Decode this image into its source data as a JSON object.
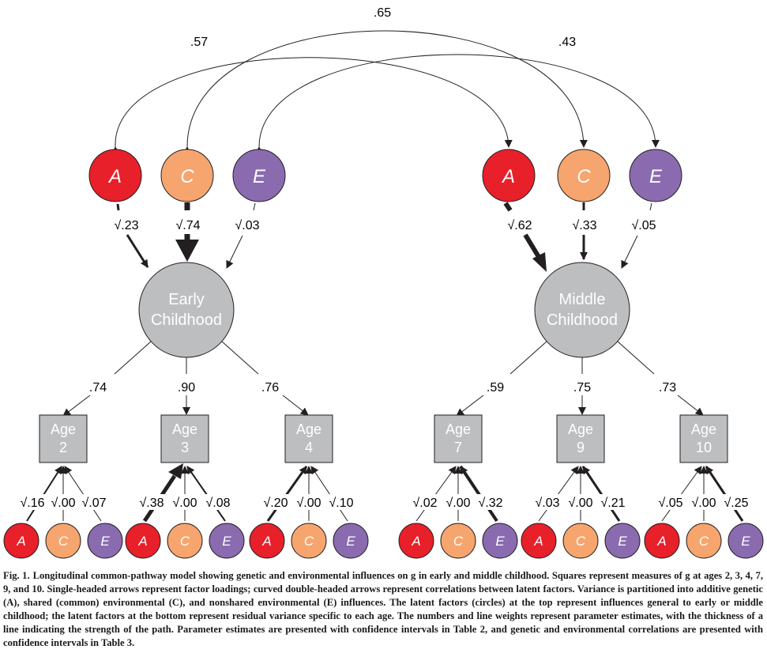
{
  "correlations": {
    "a_between": ".57",
    "c_between": ".65",
    "e_between": ".43"
  },
  "latent_labels": {
    "a": "A",
    "c": "C",
    "e": "E"
  },
  "factors": {
    "early": {
      "line1": "Early",
      "line2": "Childhood"
    },
    "middle": {
      "line1": "Middle",
      "line2": "Childhood"
    }
  },
  "top_paths": {
    "early": {
      "a": "√.23",
      "c": "√.74",
      "e": "√.03"
    },
    "middle": {
      "a": "√.62",
      "c": "√.33",
      "e": "√.05"
    }
  },
  "loadings": {
    "early": [
      ".74",
      ".90",
      ".76"
    ],
    "middle": [
      ".59",
      ".75",
      ".73"
    ]
  },
  "ages": [
    {
      "line1": "Age",
      "line2": "2",
      "a": "√.16",
      "c": "√.00",
      "e": "√.07"
    },
    {
      "line1": "Age",
      "line2": "3",
      "a": "√.38",
      "c": "√.00",
      "e": "√.08"
    },
    {
      "line1": "Age",
      "line2": "4",
      "a": "√.20",
      "c": "√.00",
      "e": "√.10"
    },
    {
      "line1": "Age",
      "line2": "7",
      "a": "√.02",
      "c": "√.00",
      "e": "√.32"
    },
    {
      "line1": "Age",
      "line2": "9",
      "a": "√.03",
      "c": "√.00",
      "e": "√.21"
    },
    {
      "line1": "Age",
      "line2": "10",
      "a": "√.05",
      "c": "√.00",
      "e": "√.25"
    }
  ],
  "colors": {
    "a_fill": "#e8202a",
    "c_fill": "#f6a56e",
    "e_fill": "#8a6bb0",
    "node_gray": "#bcbec0",
    "line": "#231f20"
  },
  "caption": {
    "label": "Fig. 1.",
    "text": "Longitudinal common-pathway model showing genetic and environmental influences on g in early and middle childhood. Squares represent measures of g at ages 2, 3, 4, 7, 9, and 10. Single-headed arrows represent factor loadings; curved double-headed arrows represent correlations between latent factors. Variance is partitioned into additive genetic (A), shared (common) environmental (C), and nonshared environmental (E) influences. The latent factors (circles) at the top represent influences general to early or middle childhood; the latent factors at the bottom represent residual variance specific to each age. The numbers and line weights represent parameter estimates, with the thickness of a line indicating the strength of the path. Parameter estimates are presented with confidence intervals in Table 2, and genetic and environmental correlations are presented with confidence intervals in Table 3."
  }
}
